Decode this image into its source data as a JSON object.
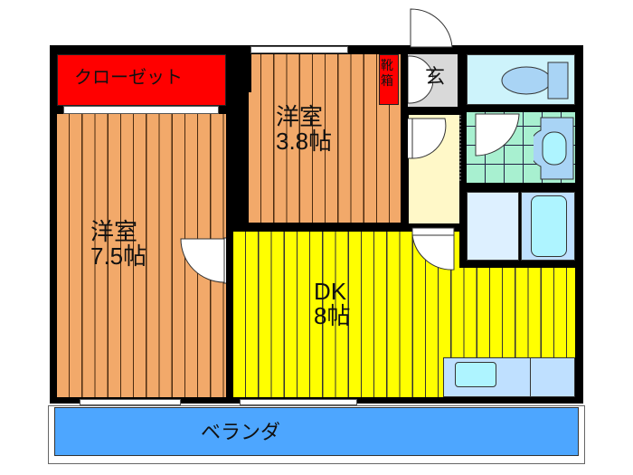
{
  "floorplan": {
    "rooms": {
      "closet": {
        "label": "クローゼット",
        "color": "#ff0000"
      },
      "western_room_small": {
        "name": "洋室",
        "size": "3.8帖",
        "color": "#f2a96a"
      },
      "western_room_large": {
        "name": "洋室",
        "size": "7.5帖",
        "color": "#f2a96a"
      },
      "dk": {
        "name": "DK",
        "size": "8帖",
        "color": "#ffff00"
      },
      "shoe_box": {
        "label": "靴箱",
        "color": "#ff0000"
      },
      "entrance": {
        "label": "玄",
        "color": "#d9d9d9"
      },
      "toilet": {
        "color": "#cdf3fb"
      },
      "washroom": {
        "color": "#a8f0d0"
      },
      "bath": {
        "color": "#cfe8ff"
      },
      "kitchen_counter": {
        "color": "#bfe0ff"
      },
      "corridor": {
        "color": "#fff8c8"
      },
      "veranda": {
        "label": "ベランダ",
        "color": "#4da6ff"
      }
    }
  }
}
